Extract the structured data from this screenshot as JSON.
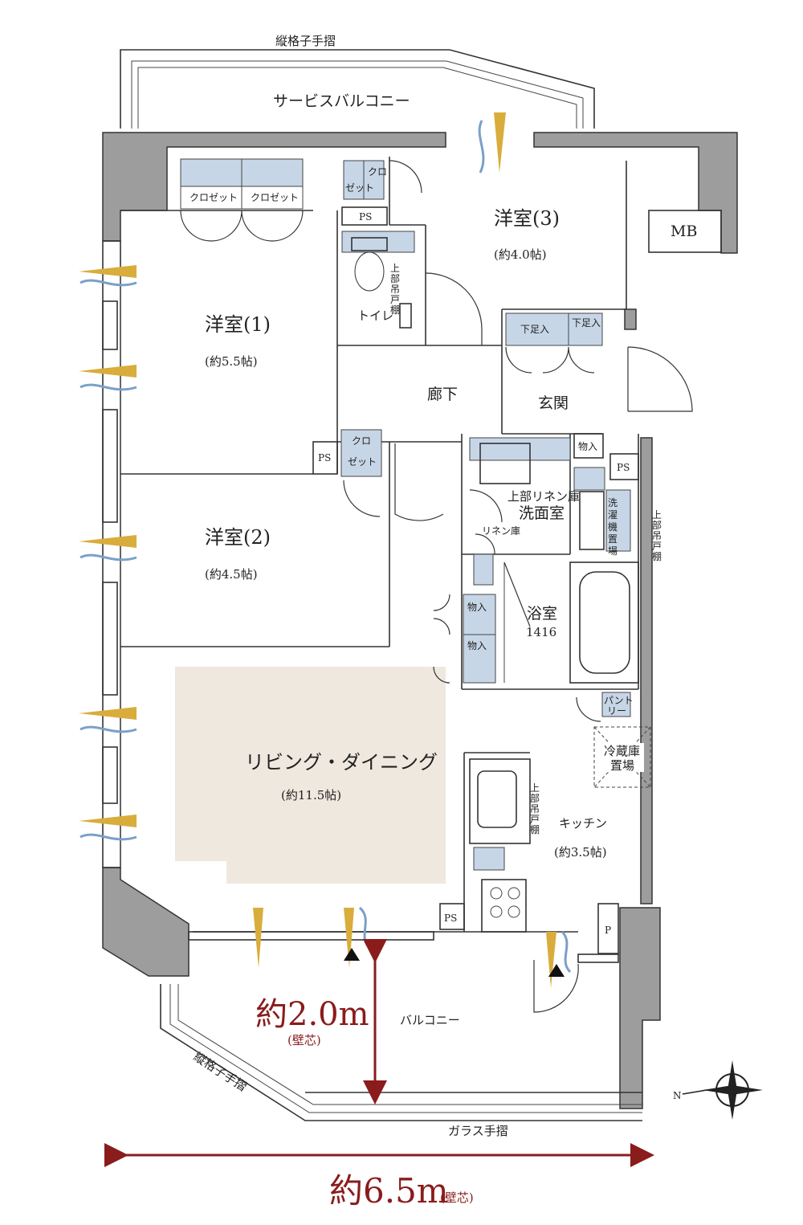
{
  "rooms": {
    "western1": {
      "name": "洋室(1)",
      "size": "(約5.5帖)"
    },
    "western2": {
      "name": "洋室(2)",
      "size": "(約4.5帖)"
    },
    "western3": {
      "name": "洋室(3)",
      "size": "(約4.0帖)"
    },
    "living": {
      "name": "リビング・ダイニング",
      "size": "(約11.5帖)"
    },
    "kitchen": {
      "name": "キッチン",
      "size": "(約3.5帖)"
    },
    "hallway": "廊下",
    "entrance": "玄関",
    "toilet": "トイレ",
    "washroom": "洗面室",
    "bath": {
      "name": "浴室",
      "code": "1416"
    }
  },
  "storage": {
    "closet": "クロゼット",
    "closet_small_top": "クロ",
    "closet_small_bottom": "ゼット",
    "shoe": "下足入",
    "storage": "物入",
    "pantry_top": "パント",
    "pantry_bottom": "リー",
    "linen": "リネン庫",
    "upper_linen": "上部リネン庫",
    "washer": [
      "洗",
      "濯",
      "機",
      "置",
      "場"
    ],
    "fridge": [
      "冷蔵庫",
      "置場"
    ],
    "upper_cabinet": [
      "上",
      "部",
      "吊",
      "戸",
      "棚"
    ]
  },
  "markers": {
    "ps": "PS",
    "mb": "MB",
    "p": "P"
  },
  "outside": {
    "service_balcony": "サービスバルコニー",
    "balcony": "バルコニー",
    "lattice_rail": "縦格子手摺",
    "glass_rail": "ガラス手摺"
  },
  "dimensions": {
    "depth": "約2.0m",
    "depth_note": "(壁芯)",
    "width": "約6.5m",
    "width_note": "(壁芯)"
  },
  "compass": {
    "north": "N"
  },
  "colors": {
    "accent_red": "#8a1c1c",
    "storage_blue": "#c7d6e7",
    "living_beige": "#efe8df",
    "wall_gray": "#9d9d9d",
    "wind_gold": "#d9ad3b",
    "wind_blue": "#7aa0c8"
  }
}
